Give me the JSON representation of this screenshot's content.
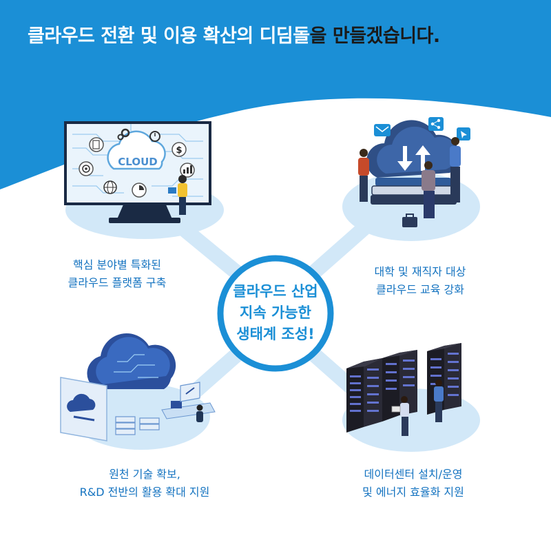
{
  "header": {
    "title_part1": "클라우드 전환 및 이용 확산의 디딤돌",
    "title_part2": "을 만들겠습니다."
  },
  "center": {
    "lines": [
      "클라우드 산업",
      "지속 가능한",
      "생태계 조성!"
    ]
  },
  "items": [
    {
      "lines": [
        "핵심 분야별 특화된",
        "클라우드 플랫폼 구축"
      ],
      "monitor_text": "CLOUD",
      "icons": [
        "gears-icon",
        "stopwatch-icon",
        "dollar-icon",
        "chart-icon",
        "target-icon",
        "globe-icon",
        "pie-chart-icon",
        "document-icon"
      ]
    },
    {
      "lines": [
        "대학 및 재직자 대상",
        "클라우드 교육 강화"
      ],
      "icons": [
        "mail-icon",
        "share-icon",
        "cursor-icon",
        "download-arrow-icon",
        "upload-arrow-icon",
        "books-icon",
        "briefcase-icon"
      ]
    },
    {
      "lines": [
        "원천 기술 확보,",
        "R&D 전반의 활용 확대 지원"
      ],
      "icons": [
        "cloud-icon",
        "server-stack-icon",
        "laptop-icon",
        "signal-icon"
      ]
    },
    {
      "lines": [
        "데이터센터 설치/운영",
        "및 에너지 효율화 지원"
      ],
      "icons": [
        "server-rack-icon",
        "worker-icon"
      ]
    }
  ],
  "colors": {
    "primary": "#1b8fd6",
    "header_bg": "#1b8fd6",
    "light_blue": "#cfe7f8",
    "text_blue": "#1473c0",
    "dark": "#1a1a1a"
  }
}
